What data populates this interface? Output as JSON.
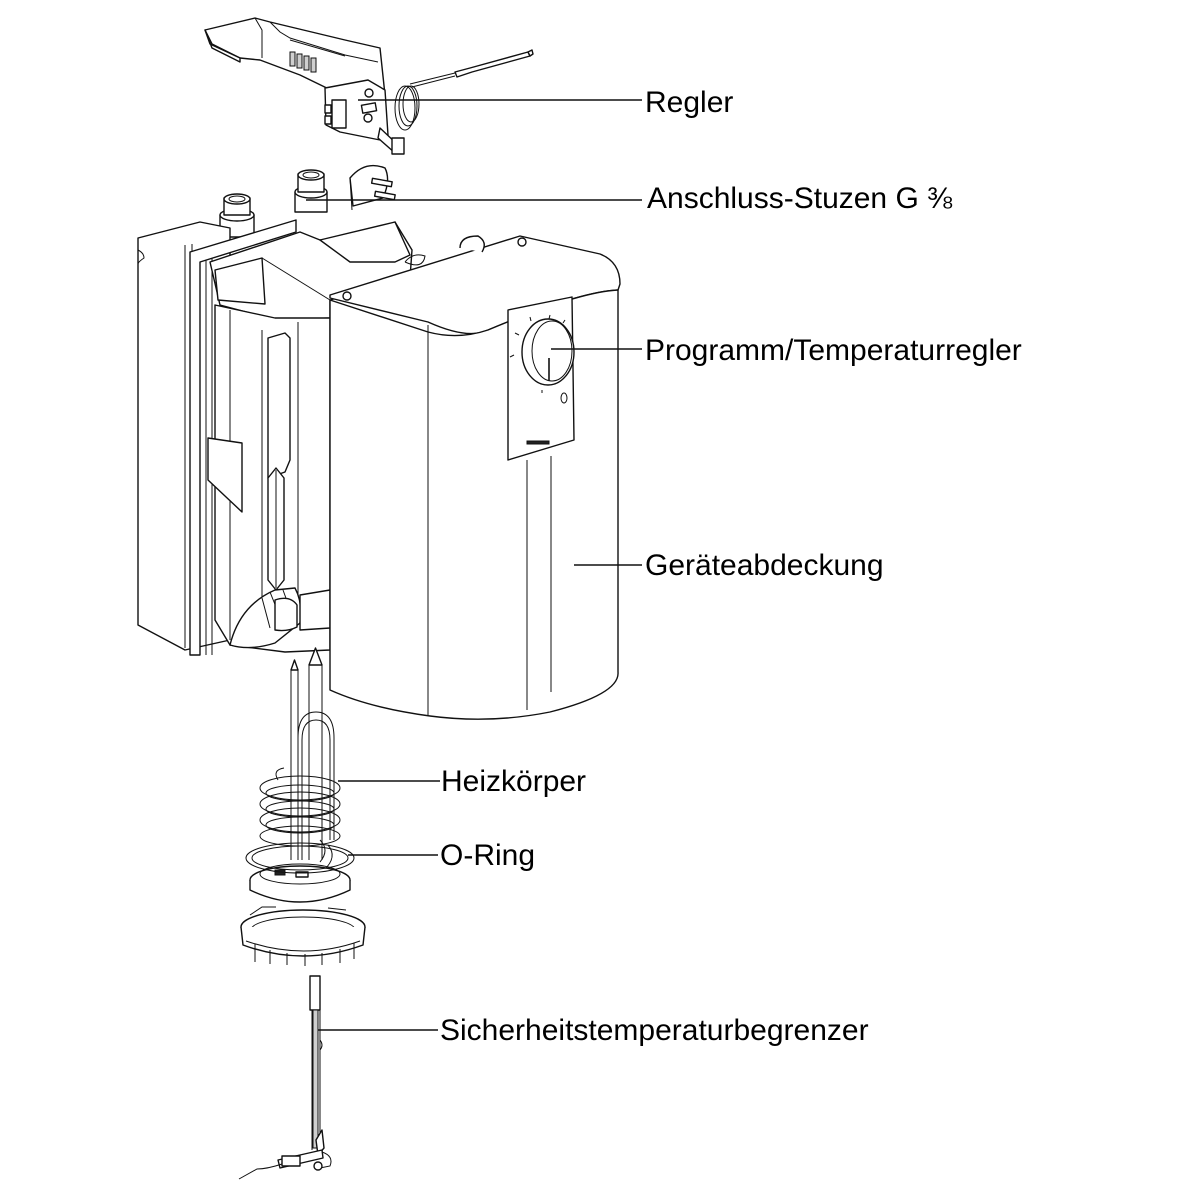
{
  "diagram": {
    "type": "exploded-view",
    "subject": "Undersink water heater (Untertisch-Warmwasserspeicher)",
    "brand_mark_on_panel": "logo",
    "colors": {
      "line": "#111111",
      "background": "#ffffff",
      "label_text": "#000000"
    }
  },
  "labels": [
    {
      "id": "regler",
      "text": "Regler"
    },
    {
      "id": "anschluss",
      "text": "Anschluss-Stuzen G ⅜"
    },
    {
      "id": "programm",
      "text": "Programm/Temperaturregler"
    },
    {
      "id": "abdeckung",
      "text": "Geräteabdeckung"
    },
    {
      "id": "heizkoerper",
      "text": "Heizkörper"
    },
    {
      "id": "oring",
      "text": "O-Ring"
    },
    {
      "id": "stb",
      "text": "Sicherheitstemperaturbegrenzer"
    }
  ]
}
